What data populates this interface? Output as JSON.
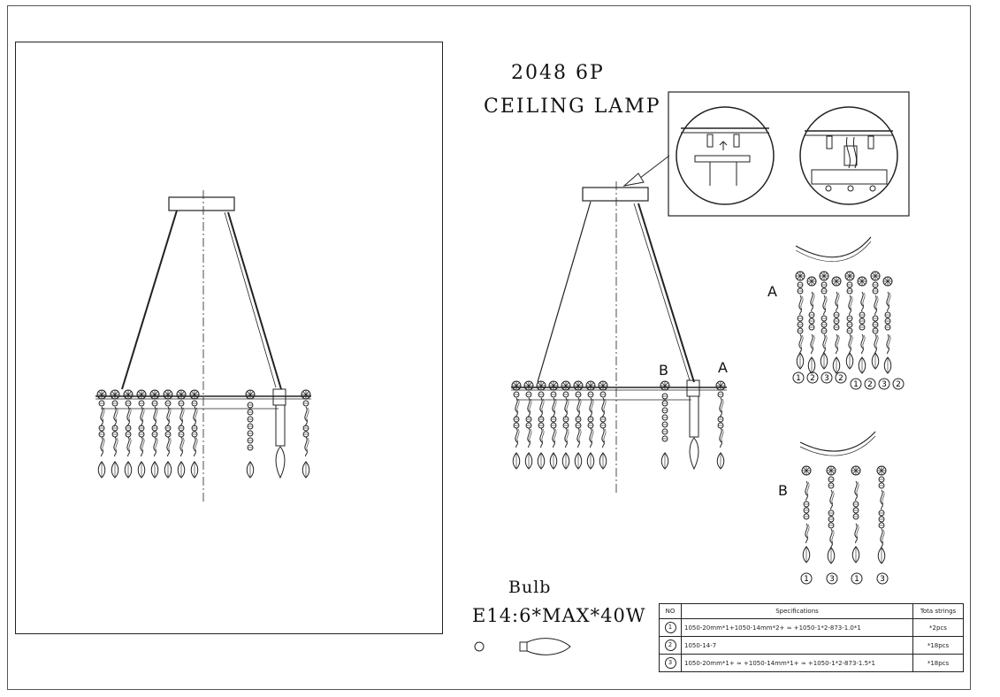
{
  "header": {
    "model": "2048 6P",
    "product": "CEILING LAMP"
  },
  "bulb": {
    "label": "Bulb",
    "spec": "E14:6*MAX*40W"
  },
  "labels": {
    "a": "A",
    "b": "B"
  },
  "strand_numbers": {
    "a": [
      "1",
      "2",
      "3",
      "2",
      "1",
      "2",
      "3",
      "2"
    ],
    "b": [
      "1",
      "3",
      "1",
      "3"
    ]
  },
  "spec_table": {
    "headers": [
      "NO",
      "Specifications",
      "Tota strings"
    ],
    "rows": [
      {
        "no": "1",
        "spec": "1050-20mm*1+1050-14mm*2+  ≈  +1050-1*2-873-1.0*1",
        "qty": "*2pcs"
      },
      {
        "no": "2",
        "spec": "1050-14-7",
        "qty": "*18pcs"
      },
      {
        "no": "3",
        "spec": "1050-20mm*1+  ≈  +1050-14mm*1+  ≈  +1050-1*2-873-1.5*1",
        "qty": "*18pcs"
      }
    ]
  }
}
